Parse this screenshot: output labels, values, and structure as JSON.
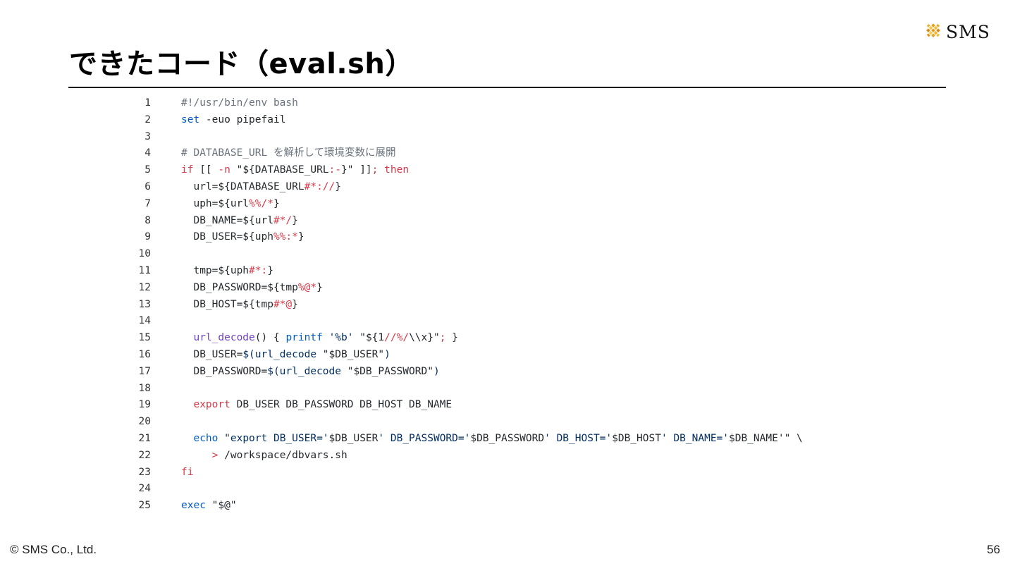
{
  "slide": {
    "title": "できたコード（eval.sh）",
    "page_number": "56",
    "copyright": "© SMS Co., Ltd.",
    "logo_text": "SMS"
  },
  "colors": {
    "keyword": "#d73a49",
    "builtin": "#005cc5",
    "string": "#032f62",
    "function": "#6f42c1",
    "comment": "#6a737d"
  },
  "code": {
    "lines": [
      {
        "n": "1",
        "tokens": [
          {
            "t": "#!/usr/bin/env bash",
            "c": "cm"
          }
        ]
      },
      {
        "n": "2",
        "tokens": [
          {
            "t": "set",
            "c": "bl"
          },
          {
            "t": " -euo pipefail",
            "c": ""
          }
        ]
      },
      {
        "n": "3",
        "tokens": []
      },
      {
        "n": "4",
        "tokens": [
          {
            "t": "# DATABASE_URL を解析して環境変数に展開",
            "c": "cm"
          }
        ]
      },
      {
        "n": "5",
        "tokens": [
          {
            "t": "if",
            "c": "kw"
          },
          {
            "t": " [[ ",
            "c": ""
          },
          {
            "t": "-n",
            "c": "kw"
          },
          {
            "t": " \"${DATABASE_URL",
            "c": ""
          },
          {
            "t": ":-",
            "c": "op"
          },
          {
            "t": "}\" ]]",
            "c": ""
          },
          {
            "t": ";",
            "c": "op"
          },
          {
            "t": " ",
            "c": ""
          },
          {
            "t": "then",
            "c": "kw"
          }
        ]
      },
      {
        "n": "6",
        "tokens": [
          {
            "t": "  url=${DATABASE_URL",
            "c": ""
          },
          {
            "t": "#*://",
            "c": "op"
          },
          {
            "t": "}",
            "c": ""
          }
        ]
      },
      {
        "n": "7",
        "tokens": [
          {
            "t": "  uph=${url",
            "c": ""
          },
          {
            "t": "%%/*",
            "c": "op"
          },
          {
            "t": "}",
            "c": ""
          }
        ]
      },
      {
        "n": "8",
        "tokens": [
          {
            "t": "  DB_NAME=${url",
            "c": ""
          },
          {
            "t": "#*/",
            "c": "op"
          },
          {
            "t": "}",
            "c": ""
          }
        ]
      },
      {
        "n": "9",
        "tokens": [
          {
            "t": "  DB_USER=${uph",
            "c": ""
          },
          {
            "t": "%%:*",
            "c": "op"
          },
          {
            "t": "}",
            "c": ""
          }
        ]
      },
      {
        "n": "10",
        "tokens": []
      },
      {
        "n": "11",
        "tokens": [
          {
            "t": "  tmp=${uph",
            "c": ""
          },
          {
            "t": "#*:",
            "c": "op"
          },
          {
            "t": "}",
            "c": ""
          }
        ]
      },
      {
        "n": "12",
        "tokens": [
          {
            "t": "  DB_PASSWORD=${tmp",
            "c": ""
          },
          {
            "t": "%@*",
            "c": "op"
          },
          {
            "t": "}",
            "c": ""
          }
        ]
      },
      {
        "n": "13",
        "tokens": [
          {
            "t": "  DB_HOST=${tmp",
            "c": ""
          },
          {
            "t": "#*@",
            "c": "op"
          },
          {
            "t": "}",
            "c": ""
          }
        ]
      },
      {
        "n": "14",
        "tokens": []
      },
      {
        "n": "15",
        "tokens": [
          {
            "t": "  ",
            "c": ""
          },
          {
            "t": "url_decode",
            "c": "fn"
          },
          {
            "t": "() { ",
            "c": ""
          },
          {
            "t": "printf",
            "c": "bl"
          },
          {
            "t": " ",
            "c": ""
          },
          {
            "t": "'%b'",
            "c": "nv"
          },
          {
            "t": " \"${1",
            "c": ""
          },
          {
            "t": "//%/",
            "c": "op"
          },
          {
            "t": "\\\\x}\"",
            "c": ""
          },
          {
            "t": ";",
            "c": "op"
          },
          {
            "t": " }",
            "c": ""
          }
        ]
      },
      {
        "n": "16",
        "tokens": [
          {
            "t": "  DB_USER=",
            "c": ""
          },
          {
            "t": "$(url_decode",
            "c": "nv"
          },
          {
            "t": " \"$DB_USER\"",
            "c": ""
          },
          {
            "t": ")",
            "c": "nv"
          }
        ]
      },
      {
        "n": "17",
        "tokens": [
          {
            "t": "  DB_PASSWORD=",
            "c": ""
          },
          {
            "t": "$(url_decode",
            "c": "nv"
          },
          {
            "t": " \"$DB_PASSWORD\"",
            "c": ""
          },
          {
            "t": ")",
            "c": "nv"
          }
        ]
      },
      {
        "n": "18",
        "tokens": []
      },
      {
        "n": "19",
        "tokens": [
          {
            "t": "  ",
            "c": ""
          },
          {
            "t": "export",
            "c": "kw"
          },
          {
            "t": " DB_USER DB_PASSWORD DB_HOST DB_NAME",
            "c": ""
          }
        ]
      },
      {
        "n": "20",
        "tokens": []
      },
      {
        "n": "21",
        "tokens": [
          {
            "t": "  ",
            "c": ""
          },
          {
            "t": "echo",
            "c": "bl"
          },
          {
            "t": " \"",
            "c": ""
          },
          {
            "t": "export DB_USER='",
            "c": "nv"
          },
          {
            "t": "$DB_USER",
            "c": ""
          },
          {
            "t": "' DB_PASSWORD='",
            "c": "nv"
          },
          {
            "t": "$DB_PASSWORD",
            "c": ""
          },
          {
            "t": "' DB_HOST='",
            "c": "nv"
          },
          {
            "t": "$DB_HOST",
            "c": ""
          },
          {
            "t": "' DB_NAME='",
            "c": "nv"
          },
          {
            "t": "$DB_NAME",
            "c": ""
          },
          {
            "t": "'\" \\",
            "c": ""
          }
        ]
      },
      {
        "n": "22",
        "tokens": [
          {
            "t": "     ",
            "c": ""
          },
          {
            "t": ">",
            "c": "kw"
          },
          {
            "t": " /workspace/dbvars.sh",
            "c": ""
          }
        ]
      },
      {
        "n": "23",
        "tokens": [
          {
            "t": "fi",
            "c": "kw"
          }
        ]
      },
      {
        "n": "24",
        "tokens": []
      },
      {
        "n": "25",
        "tokens": [
          {
            "t": "exec",
            "c": "bl"
          },
          {
            "t": " \"$@\"",
            "c": ""
          }
        ]
      }
    ]
  }
}
